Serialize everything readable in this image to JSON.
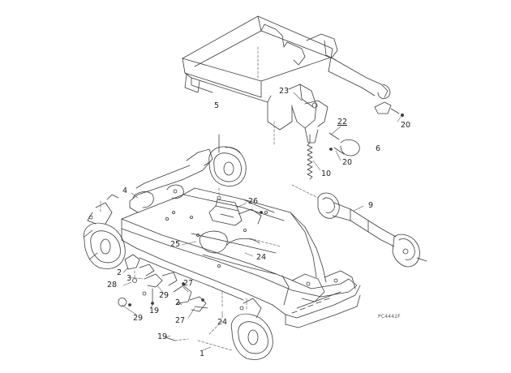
{
  "callouts": {
    "c5": "5",
    "c23": "23",
    "c22": "22",
    "c20a": "20",
    "c6": "6",
    "c20b": "20",
    "c10": "10",
    "c9": "9",
    "c4": "4",
    "c26": "26",
    "c25": "25",
    "c24a": "24",
    "c2a": "2",
    "c28": "28",
    "c3": "3",
    "c29a": "29",
    "c19a": "19",
    "c29b": "29",
    "c27a": "27",
    "c2b": "2",
    "c27b": "27",
    "c24b": "24",
    "c19b": "19",
    "c1": "1"
  },
  "drawing_id": "PC4442F",
  "colors": {
    "line": "#3a3a3a",
    "dash": "#777777",
    "background": "#ffffff"
  }
}
